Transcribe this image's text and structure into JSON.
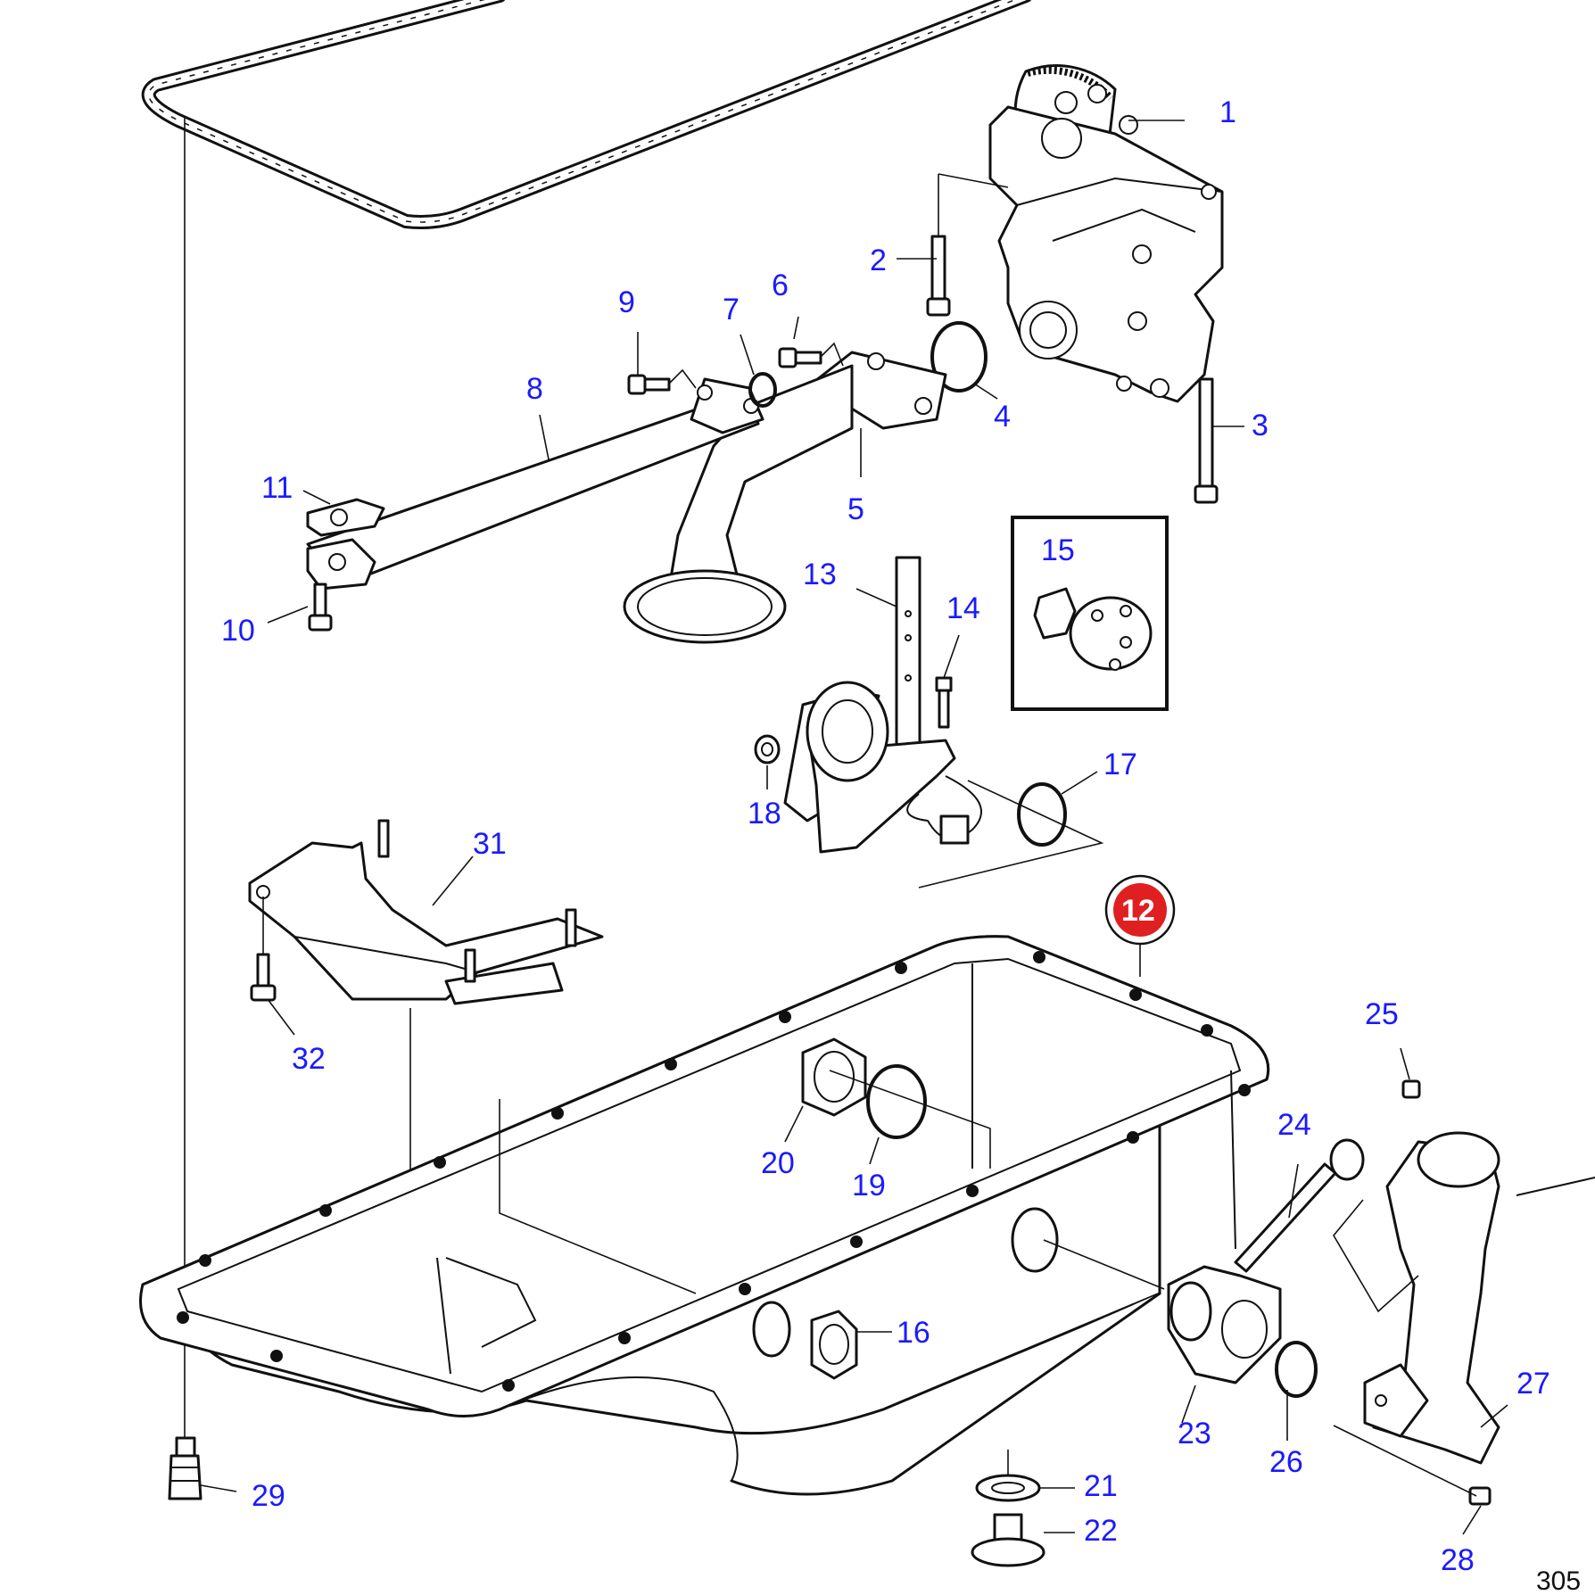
{
  "labels": {
    "l1": "1",
    "l2": "2",
    "l3": "3",
    "l4": "4",
    "l5": "5",
    "l6": "6",
    "l7": "7",
    "l8": "8",
    "l9": "9",
    "l10": "10",
    "l11": "11",
    "l12": "12",
    "l13": "13",
    "l14": "14",
    "l15": "15",
    "l16": "16",
    "l17": "17",
    "l18": "18",
    "l19": "19",
    "l20": "20",
    "l21": "21",
    "l22": "22",
    "l23": "23",
    "l24": "24",
    "l25": "25",
    "l26": "26",
    "l27": "27",
    "l28": "28",
    "l29": "29",
    "l31": "31",
    "l32": "32"
  },
  "figure_ref": "305",
  "colors": {
    "label": "#1a1aff",
    "highlight": "#e02020",
    "line": "#111111"
  }
}
